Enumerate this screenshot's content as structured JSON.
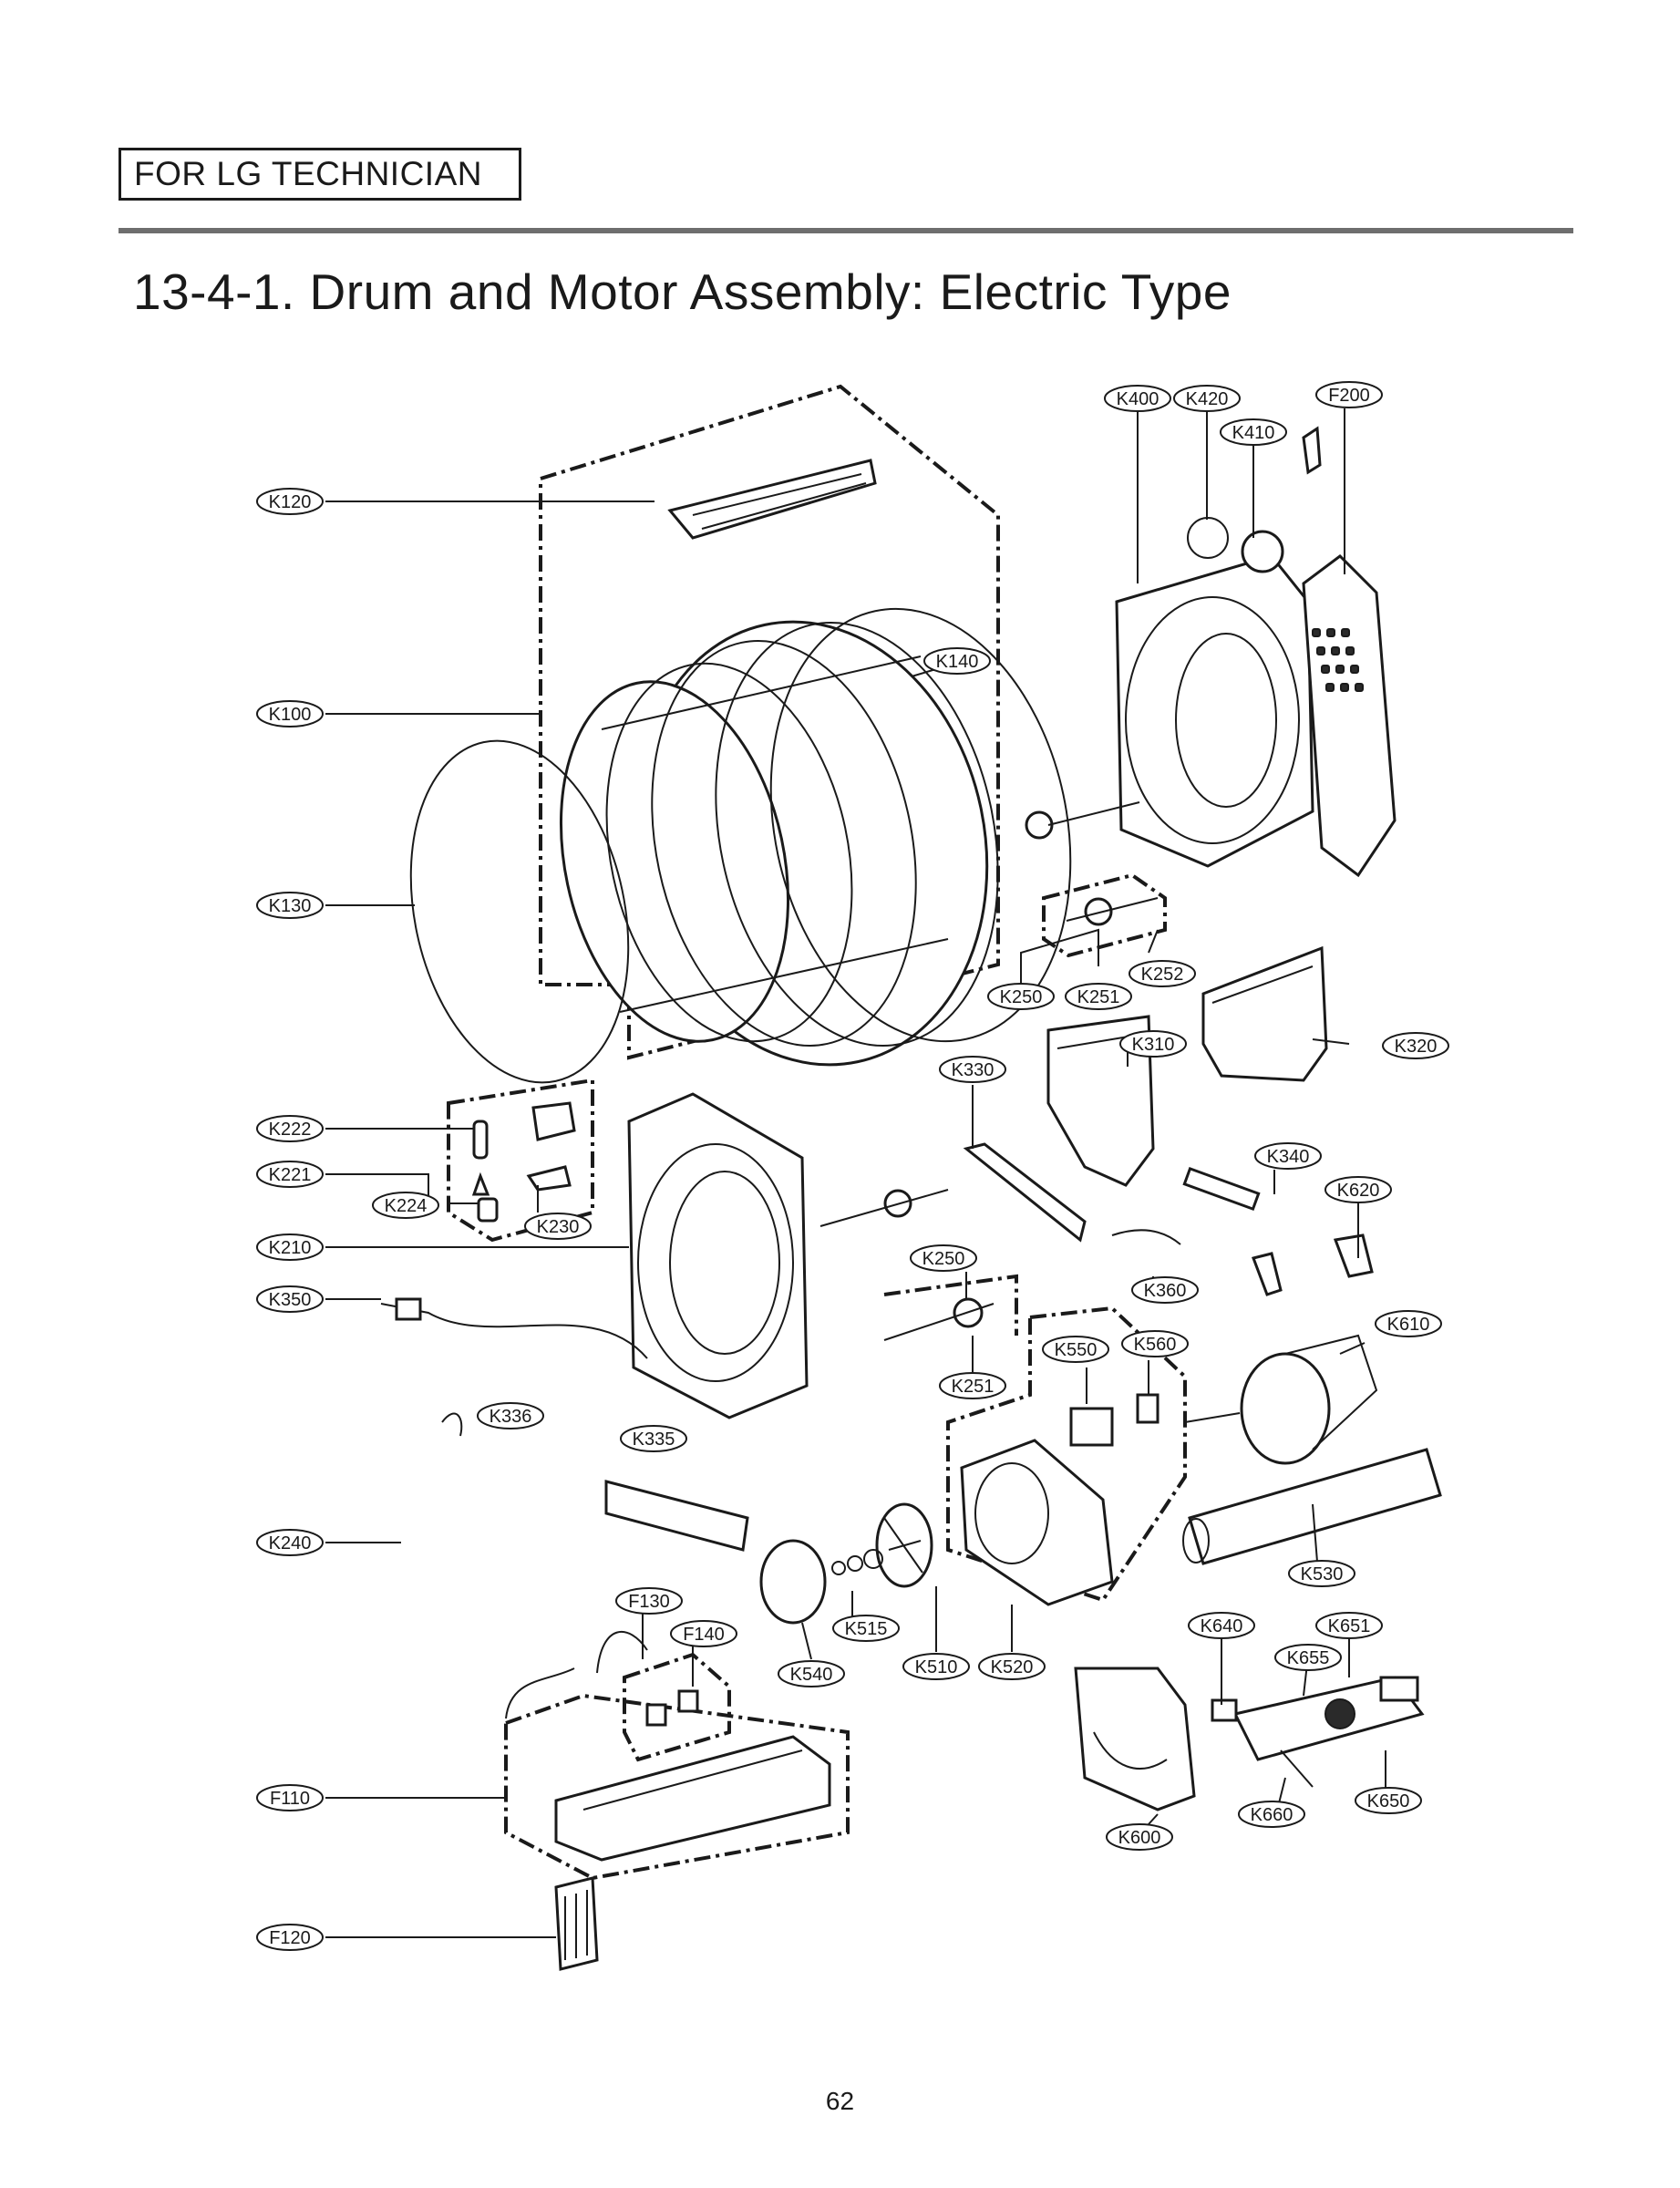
{
  "header": {
    "box_label": "FOR LG TECHNICIAN"
  },
  "title": "13-4-1. Drum and Motor Assembly: Electric Type",
  "page_number": "62",
  "callouts": {
    "K400": "K400",
    "K420": "K420",
    "K410": "K410",
    "F200": "F200",
    "K120": "K120",
    "K140": "K140",
    "K100": "K100",
    "K130": "K130",
    "K250a": "K250",
    "K251a": "K251",
    "K252": "K252",
    "K310": "K310",
    "K320": "K320",
    "K330": "K330",
    "K340": "K340",
    "K222": "K222",
    "K221": "K221",
    "K224": "K224",
    "K230": "K230",
    "K210": "K210",
    "K620": "K620",
    "K250b": "K250",
    "K360": "K360",
    "K350": "K350",
    "K550": "K550",
    "K560": "K560",
    "K610": "K610",
    "K251b": "K251",
    "K336": "K336",
    "K335": "K335",
    "K240": "K240",
    "K530": "K530",
    "F130": "F130",
    "F140": "F140",
    "K515": "K515",
    "K640": "K640",
    "K651": "K651",
    "K540": "K540",
    "K510": "K510",
    "K520": "K520",
    "K655": "K655",
    "F110": "F110",
    "K650": "K650",
    "K660": "K660",
    "K600": "K600",
    "F120": "F120"
  }
}
